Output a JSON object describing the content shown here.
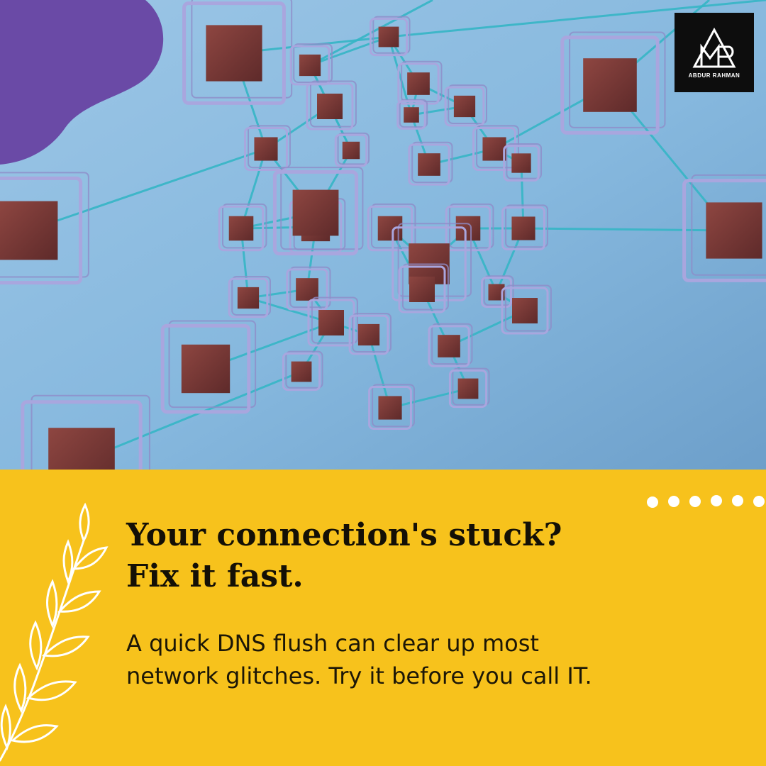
{
  "post": {
    "headline_line1": "Your connection's stuck?",
    "headline_line2": "Fix it fast.",
    "body_line1": "A quick DNS flush can clear up most",
    "body_line2": "network glitches. Try it before you call IT."
  },
  "logo": {
    "caption": "ABDUR RAHMAN"
  },
  "icons": {
    "brand": "abdur-rahman-monogram-icon",
    "leaf": "leaf-sprig-icon",
    "dots": "dot-row-icon"
  },
  "colors": {
    "panel_background": "#f7c21c",
    "sky_background": "#7fb3dc",
    "cube": "#7a3835",
    "cube_frame": "#a9a6de",
    "connector": "#36b6c6",
    "brush_stroke": "#6a4aa6",
    "logo_background": "#0d0d0d",
    "text": "#141006"
  }
}
